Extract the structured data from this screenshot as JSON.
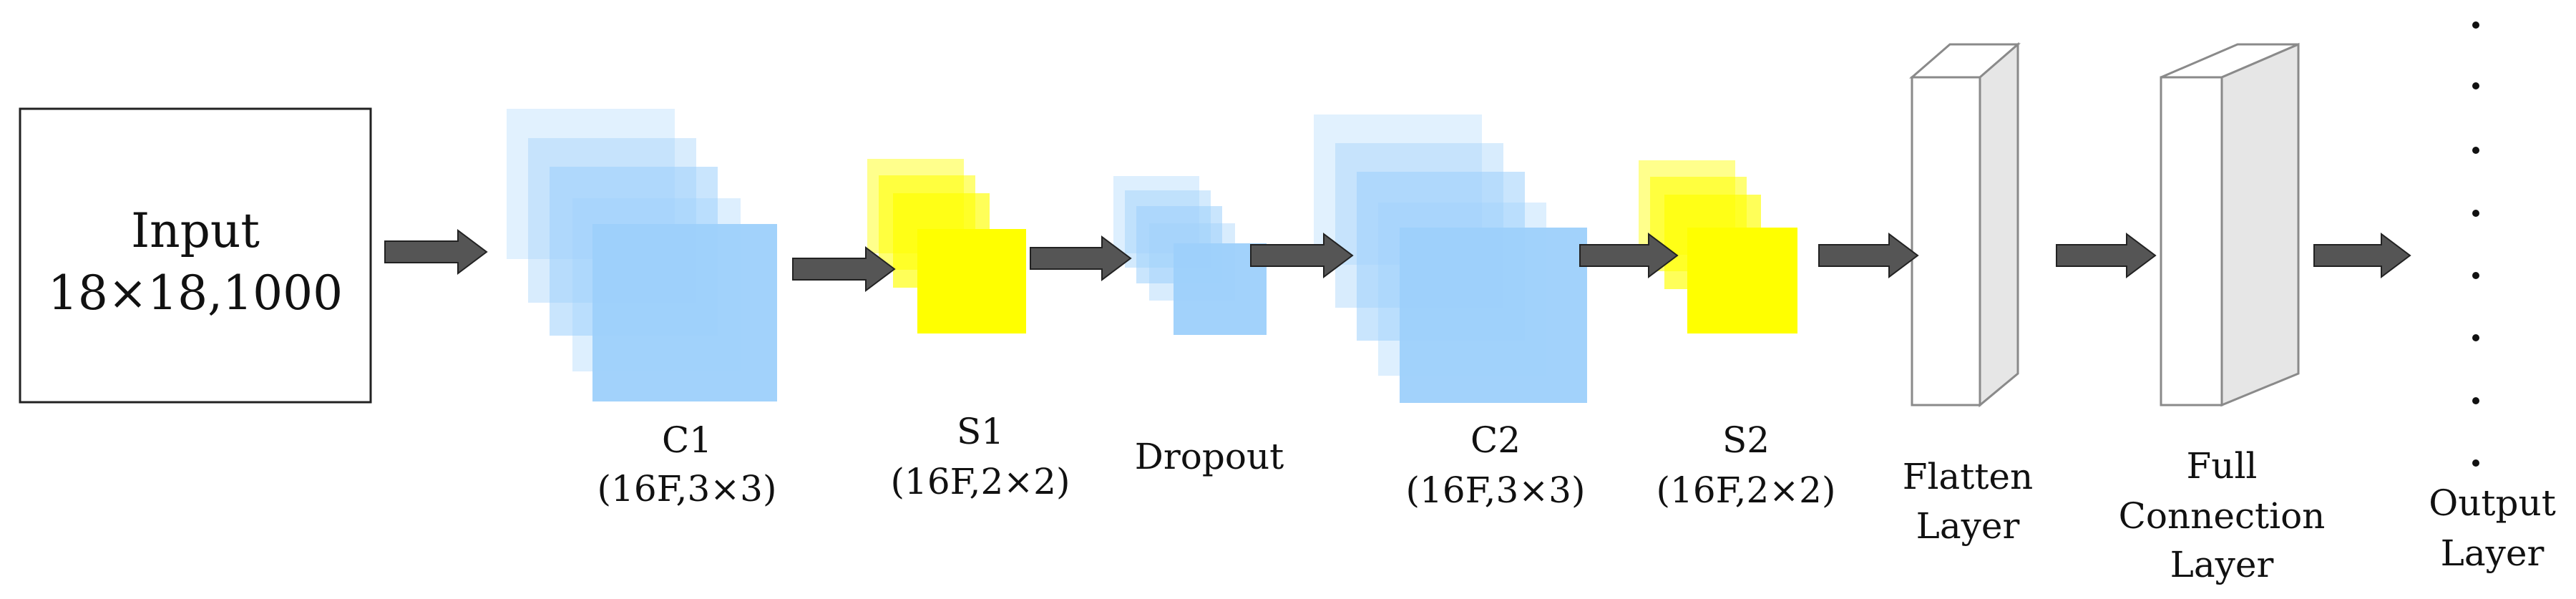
{
  "input": {
    "title": "Input",
    "dims": "18×18,1000"
  },
  "layers": {
    "c1": {
      "name": "C1",
      "params": "(16F,3×3)"
    },
    "s1": {
      "name": "S1",
      "params": "(16F,2×2)"
    },
    "dropout": {
      "name": "Dropout"
    },
    "c2": {
      "name": "C2",
      "params": "(16F,3×3)"
    },
    "s2": {
      "name": "S2",
      "params": "(16F,2×2)"
    },
    "flatten": {
      "line1": "Flatten",
      "line2": "Layer"
    },
    "full": {
      "line1": "Full",
      "line2": "Connection",
      "line3": "Layer"
    },
    "output": {
      "line1": "Output",
      "line2": "Layer"
    }
  },
  "colors": {
    "conv": "#9dd0fb",
    "pool": "#ffff00",
    "arrow": "#555555",
    "box_side": "#e6e6e6",
    "box_face": "#ffffff"
  },
  "icons": {
    "arrow": "right-arrow-icon",
    "dots": "vertical-dots-icon"
  }
}
